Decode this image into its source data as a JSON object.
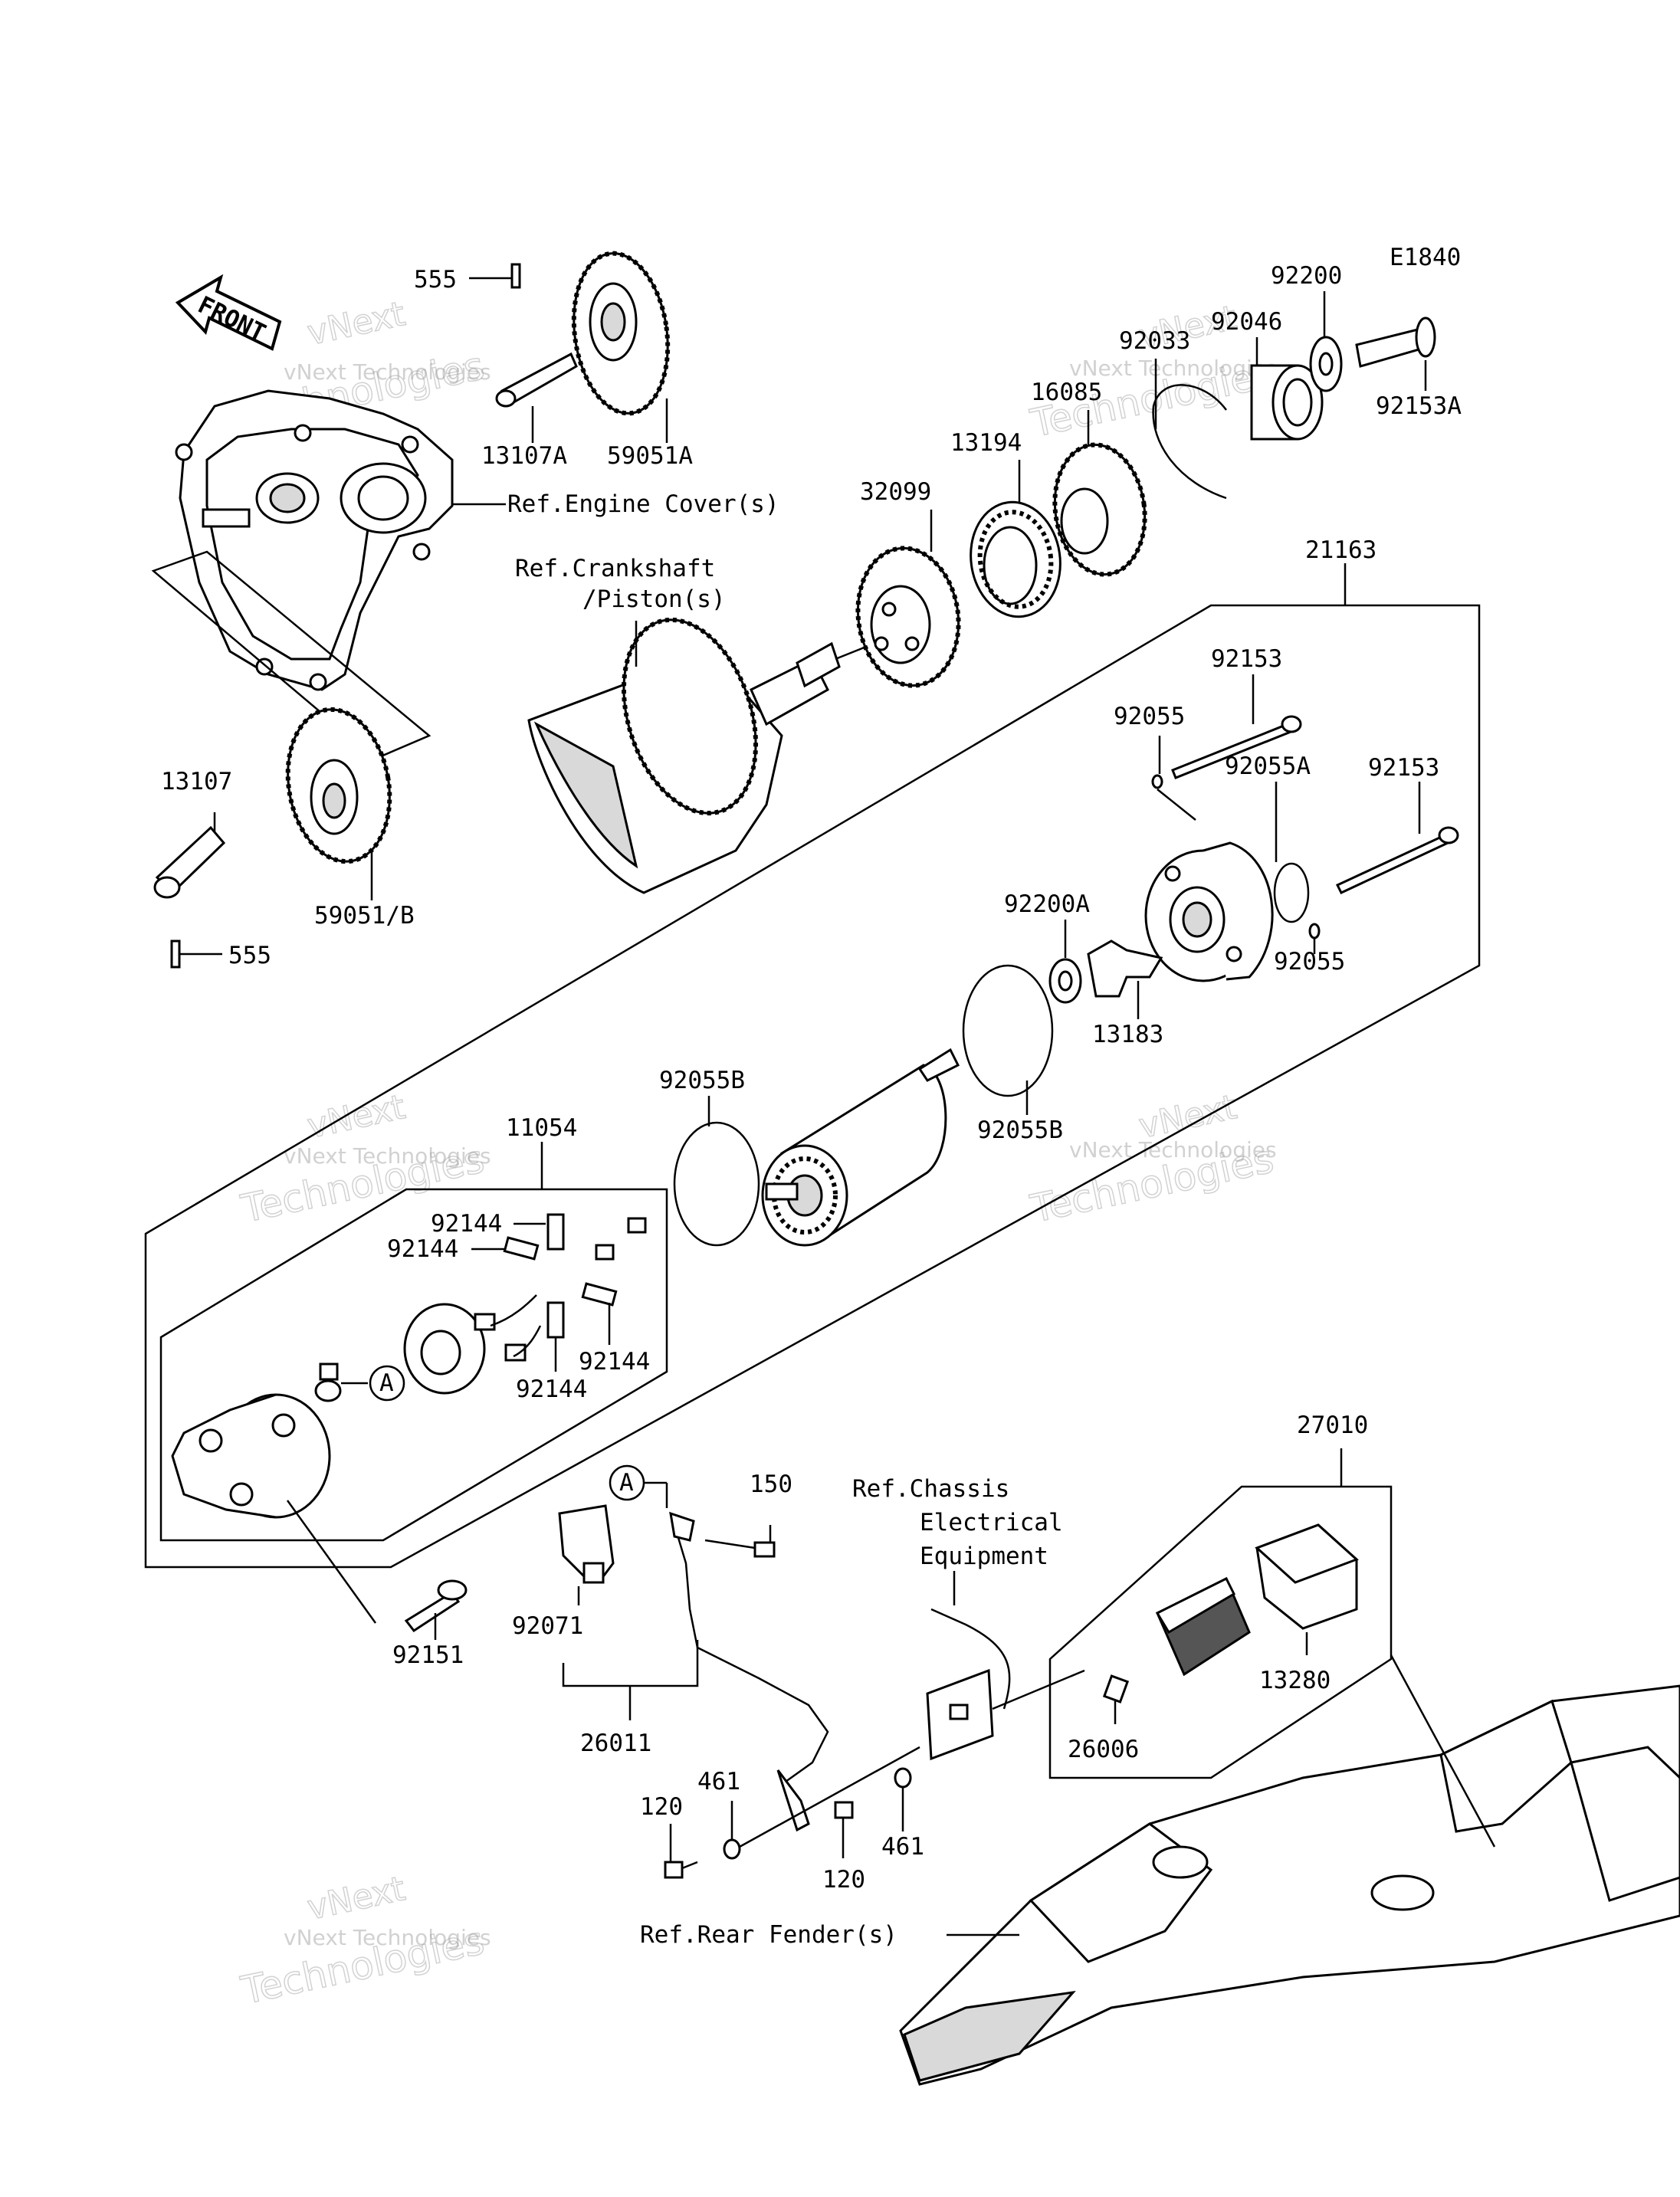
{
  "diagram_code": "E1840",
  "front_marker": "FRONT",
  "watermark": {
    "line1": "vNext Technologies",
    "line2": "vNext",
    "line3": "Technologies"
  },
  "callouts": {
    "p555_top": "555",
    "p13107A": "13107A",
    "p59051A": "59051A",
    "ref_engine_cover": "Ref.Engine Cover(s)",
    "ref_crankshaft_1": "Ref.Crankshaft",
    "ref_crankshaft_2": "/Piston(s)",
    "p13107": "13107",
    "p59051B": "59051/B",
    "p555_bottom": "555",
    "p32099": "32099",
    "p13194": "13194",
    "p16085": "16085",
    "p92033": "92033",
    "p92046": "92046",
    "p92200": "92200",
    "p92153A": "92153A",
    "p21163": "21163",
    "p92153_a": "92153",
    "p92055_a": "92055",
    "p92055A": "92055A",
    "p92153_b": "92153",
    "p92200A": "92200A",
    "p92055_b": "92055",
    "p13183": "13183",
    "p92055B_left": "92055B",
    "p92055B_right": "92055B",
    "p11054": "11054",
    "p92144_1": "92144",
    "p92144_2": "92144",
    "p92144_3": "92144",
    "p92144_4": "92144",
    "marker_A1": "A",
    "marker_A2": "A",
    "p92151": "92151",
    "p150": "150",
    "p92071": "92071",
    "p26011": "26011",
    "ref_chassis_1": "Ref.Chassis",
    "ref_chassis_2": "Electrical",
    "ref_chassis_3": "Equipment",
    "p27010": "27010",
    "p13280": "13280",
    "p26006": "26006",
    "p461_left": "461",
    "p461_right": "461",
    "p120_left": "120",
    "p120_right": "120",
    "ref_rear_fender": "Ref.Rear Fender(s)"
  }
}
